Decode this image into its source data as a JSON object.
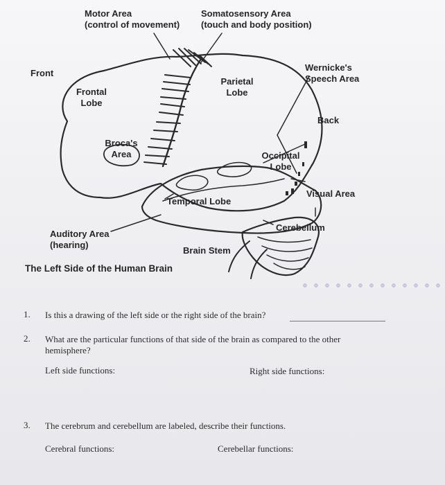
{
  "diagram": {
    "motor_area": {
      "line1": "Motor Area",
      "line2": "(control of movement)"
    },
    "somatosensory_area": {
      "line1": "Somatosensory Area",
      "line2": "(touch and body position)"
    },
    "front": "Front",
    "back": "Back",
    "frontal_lobe": {
      "line1": "Frontal",
      "line2": "Lobe"
    },
    "parietal_lobe": {
      "line1": "Parietal",
      "line2": "Lobe"
    },
    "wernickes_area": {
      "line1": "Wernicke's",
      "line2": "Speech Area"
    },
    "brocas_area": {
      "line1": "Broca's",
      "line2": "Area"
    },
    "occipital_lobe": {
      "line1": "Occipital",
      "line2": "Lobe"
    },
    "visual_area": "Visual Area",
    "temporal_lobe": "Temporal Lobe",
    "cerebellum": "Cerebellum",
    "auditory_area": {
      "line1": "Auditory Area",
      "line2": "(hearing)"
    },
    "brain_stem": "Brain Stem",
    "caption": "The Left Side of the Human Brain"
  },
  "questions": [
    {
      "number": "1.",
      "text": "Is this a drawing of the left side or the right side of the brain?"
    },
    {
      "number": "2.",
      "text_line1": "What are the particular functions of that side of the brain as compared to the other",
      "text_line2": "hemisphere?",
      "left_label": "Left side functions:",
      "right_label": "Right side functions:"
    },
    {
      "number": "3.",
      "text": "The cerebrum and cerebellum are labeled, describe their functions.",
      "left_label": "Cerebral functions:",
      "right_label": "Cerebellar functions:"
    }
  ]
}
